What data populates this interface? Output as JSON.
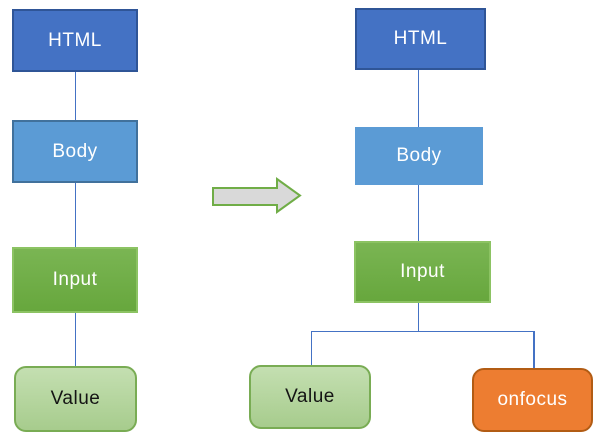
{
  "diagram": {
    "connector_color": "#4472C4",
    "arrow": {
      "fill": "#D9D9D9",
      "border": "#70AD47",
      "direction": "right"
    },
    "left_tree": {
      "nodes": [
        {
          "label": "HTML",
          "fill": "#4472C4",
          "border": "#2F5597",
          "text_color": "#FFFFFF",
          "shape": "rect"
        },
        {
          "label": "Body",
          "fill": "#5B9BD5",
          "border": "#41719C",
          "text_color": "#FFFFFF",
          "shape": "rect"
        },
        {
          "label": "Input",
          "fill": "#70AD47",
          "border": "#8CC363",
          "text_color": "#FFFFFF",
          "shape": "rect"
        },
        {
          "label": "Value",
          "fill": "#B7D7A2",
          "border": "#79AC54",
          "text_color": "#000000",
          "shape": "rounded-rect"
        }
      ],
      "edges": [
        "HTML-Body",
        "Body-Input",
        "Input-Value"
      ]
    },
    "right_tree": {
      "nodes": [
        {
          "label": "HTML",
          "fill": "#4472C4",
          "border": "#2F5597",
          "text_color": "#FFFFFF",
          "shape": "rect"
        },
        {
          "label": "Body",
          "fill": "#5B9BD5",
          "border": "#5B9BD5",
          "text_color": "#FFFFFF",
          "shape": "rect"
        },
        {
          "label": "Input",
          "fill": "#70AD47",
          "border": "#8CC363",
          "text_color": "#FFFFFF",
          "shape": "rect"
        },
        {
          "label": "Value",
          "fill": "#B7D7A2",
          "border": "#79AC54",
          "text_color": "#000000",
          "shape": "rounded-rect"
        },
        {
          "label": "onfocus",
          "fill": "#ED7D31",
          "border": "#B25C14",
          "text_color": "#FFFFFF",
          "shape": "rounded-rect"
        }
      ],
      "edges": [
        "HTML-Body",
        "Body-Input",
        "Input-Value",
        "Input-onfocus"
      ]
    }
  }
}
